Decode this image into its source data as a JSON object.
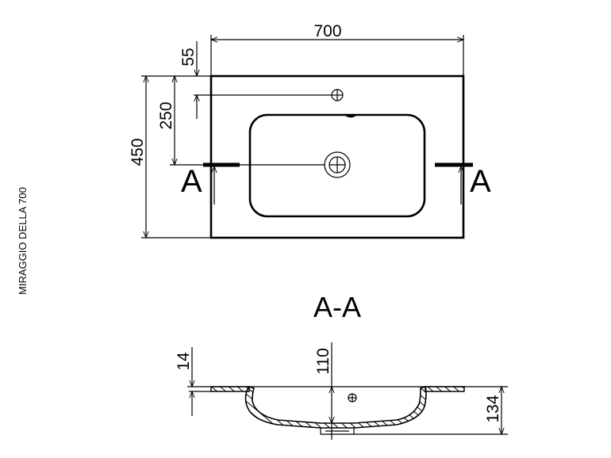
{
  "title": "MIRAGGIO DELLA 700",
  "top_view": {
    "width_dim": "700",
    "tap_offset_dim": "55",
    "drain_offset_dim": "250",
    "depth_dim": "450",
    "section_mark_left": "A",
    "section_mark_right": "A"
  },
  "section_view": {
    "label": "A-A",
    "thickness_dim": "14",
    "bowl_depth_dim": "110",
    "total_height_dim": "134"
  }
}
